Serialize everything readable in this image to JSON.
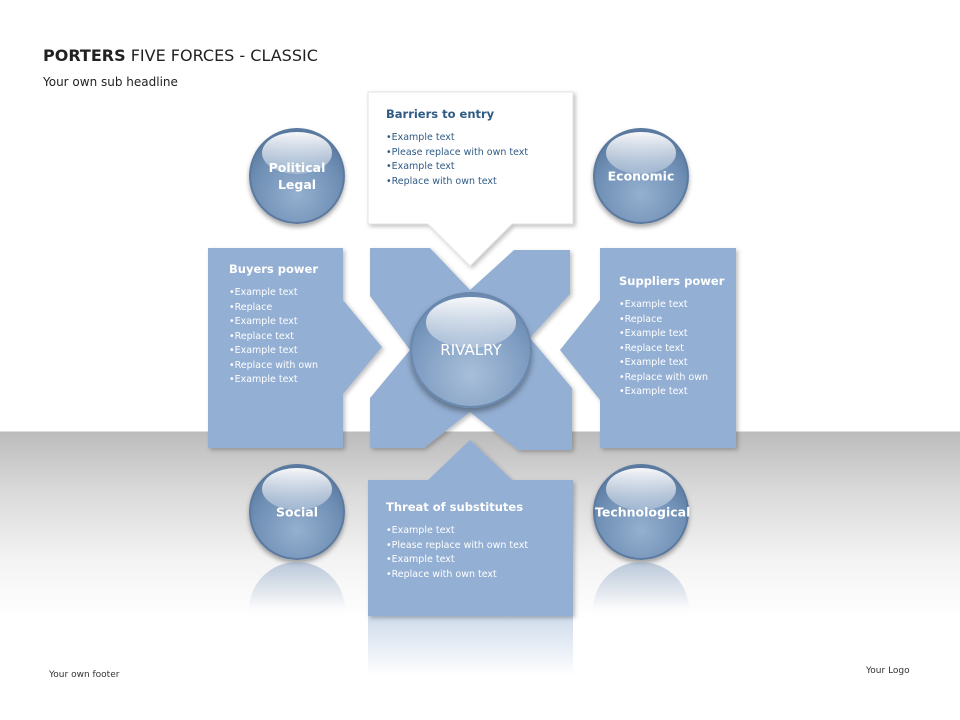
{
  "header": {
    "title_bold": "PORTERS",
    "title_rest": "FIVE FORCES - CLASSIC",
    "subtitle": "Your own sub headline"
  },
  "center": {
    "label": "RIVALRY"
  },
  "barriers": {
    "title": "Barriers to entry",
    "items": [
      "Example text",
      "Please replace with own text",
      "Example text",
      "Replace with own text"
    ]
  },
  "buyers": {
    "title": "Buyers power",
    "items": [
      "Example text",
      "Replace",
      "Example text",
      "Replace text",
      "Example text",
      "Replace with own",
      "Example text"
    ]
  },
  "suppliers": {
    "title": "Suppliers power",
    "items": [
      "Example text",
      "Replace",
      "Example text",
      "Replace text",
      "Example text",
      "Replace with own",
      "Example text"
    ]
  },
  "substitutes": {
    "title": "Threat of substitutes",
    "items": [
      "Example text",
      "Please replace with own text",
      "Example text",
      "Replace with own text"
    ]
  },
  "circles": {
    "political_line1": "Political",
    "political_line2": "Legal",
    "economic": "Economic",
    "social": "Social",
    "technological": "Technological"
  },
  "footer": {
    "text": "Your own footer",
    "logo": "Your Logo"
  },
  "colors": {
    "box_blue": "#93afd3",
    "title_text": "#222222",
    "white_box_text": "#2f5b85"
  }
}
